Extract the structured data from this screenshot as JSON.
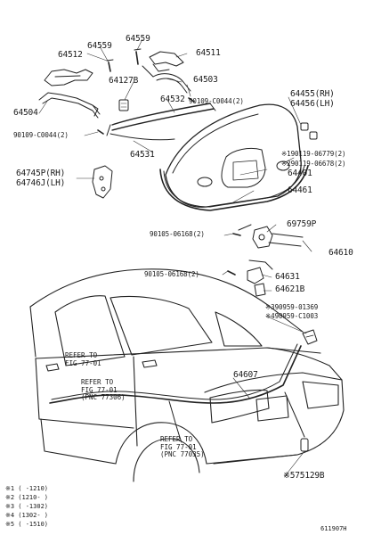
{
  "parts": [
    {
      "id": "p-64512",
      "text": "64512"
    },
    {
      "id": "p-64559-a",
      "text": "64559"
    },
    {
      "id": "p-64559-b",
      "text": "64559"
    },
    {
      "id": "p-64511",
      "text": "64511"
    },
    {
      "id": "p-64503",
      "text": "64503"
    },
    {
      "id": "p-64127b",
      "text": "64127B"
    },
    {
      "id": "p-64504",
      "text": "64504"
    },
    {
      "id": "p-64532",
      "text": "64532"
    },
    {
      "id": "p-90109-a",
      "text": "90109-C0044(2)"
    },
    {
      "id": "p-90109-b",
      "text": "90109-C0044(2)"
    },
    {
      "id": "p-64455",
      "text": "64455(RH)"
    },
    {
      "id": "p-64456",
      "text": "64456(LH)"
    },
    {
      "id": "p-90119-1",
      "text": "※190119-06779(2)"
    },
    {
      "id": "p-90119-2",
      "text": "※290119-06678(2)"
    },
    {
      "id": "p-64531",
      "text": "64531"
    },
    {
      "id": "p-64401",
      "text": "64401"
    },
    {
      "id": "p-64745p",
      "text": "64745P(RH)"
    },
    {
      "id": "p-64746j",
      "text": "64746J(LH)"
    },
    {
      "id": "p-64461",
      "text": "64461"
    },
    {
      "id": "p-69759p",
      "text": "69759P"
    },
    {
      "id": "p-90105-a",
      "text": "90105-06168(2)"
    },
    {
      "id": "p-64610",
      "text": "64610"
    },
    {
      "id": "p-90105-b",
      "text": "90105-06168(2)"
    },
    {
      "id": "p-64631",
      "text": "64631"
    },
    {
      "id": "p-64621b",
      "text": "64621B"
    },
    {
      "id": "p-90959-3",
      "text": "※390959-01369"
    },
    {
      "id": "p-90959-4",
      "text": "※490959-C1003"
    },
    {
      "id": "p-64607",
      "text": "64607"
    },
    {
      "id": "p-75129b",
      "text": "※575129B"
    }
  ],
  "refs": [
    {
      "id": "ref-1",
      "lines": [
        "REFER TO",
        "FIG 77-01"
      ]
    },
    {
      "id": "ref-2",
      "lines": [
        "REFER TO",
        "FIG 77-01",
        "(PNC 77306)"
      ]
    },
    {
      "id": "ref-3",
      "lines": [
        "REFER TO",
        "FIG 77-01",
        "(PNC 77035)"
      ]
    }
  ],
  "footnotes": [
    "※1 (   -1210)",
    "※2 (1210-   )",
    "※3 (   -1302)",
    "※4 (1302-   )",
    "※5 (   -1510)"
  ],
  "figure_code": "611907H"
}
